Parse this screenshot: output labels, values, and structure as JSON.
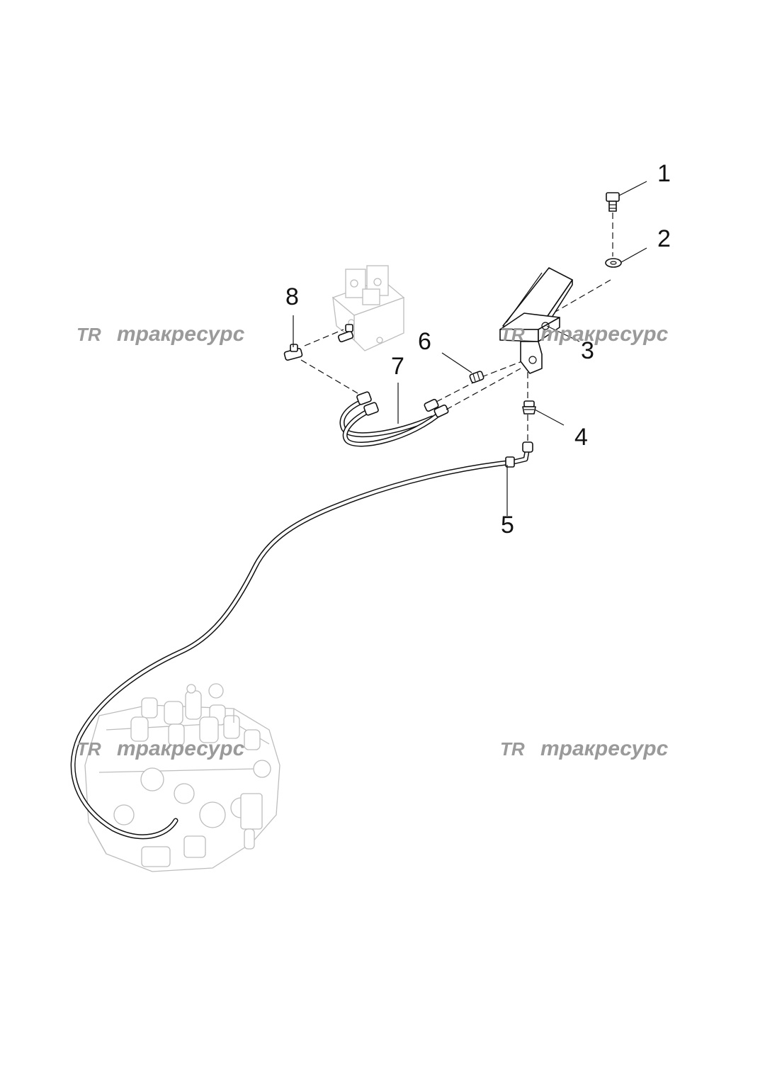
{
  "watermark": {
    "logo": "TR",
    "text": "тракресурс"
  },
  "callouts": [
    "1",
    "2",
    "3",
    "4",
    "5",
    "6",
    "7",
    "8"
  ],
  "parts": [
    {
      "id": "1",
      "icon": "bolt-icon"
    },
    {
      "id": "2",
      "icon": "washer-icon"
    },
    {
      "id": "3",
      "icon": "foot-pedal-valve-icon"
    },
    {
      "id": "4",
      "icon": "adapter-fitting-icon"
    },
    {
      "id": "5",
      "icon": "long-hose-icon"
    },
    {
      "id": "6",
      "icon": "straight-fitting-icon"
    },
    {
      "id": "7",
      "icon": "hose-pair-icon"
    },
    {
      "id": "8",
      "icon": "tee-fitting-icon"
    }
  ],
  "context": [
    "pilot-valve-block",
    "main-control-valve"
  ],
  "colors": {
    "line": "#111111",
    "ghost": "#bdbdbd",
    "watermark": "#9a9a9a",
    "background": "#ffffff"
  }
}
